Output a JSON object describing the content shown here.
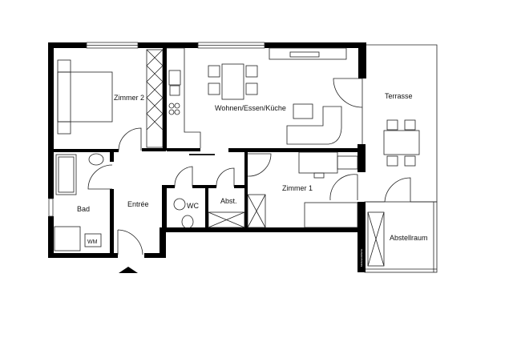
{
  "rooms": {
    "zimmer2": "Zimmer 2",
    "wohnen": "Wohnen/Essen/Küche",
    "terrasse": "Terrasse",
    "zimmer1": "Zimmer 1",
    "bad": "Bad",
    "entree": "Entrée",
    "wc": "WC",
    "abst": "Abst.",
    "abstellraum": "Abstellraum"
  },
  "labels": {
    "wm": "WM",
    "small_vertical": "Müllstandsfläche"
  },
  "icons": {
    "entrance": "entrance-arrow-icon"
  }
}
